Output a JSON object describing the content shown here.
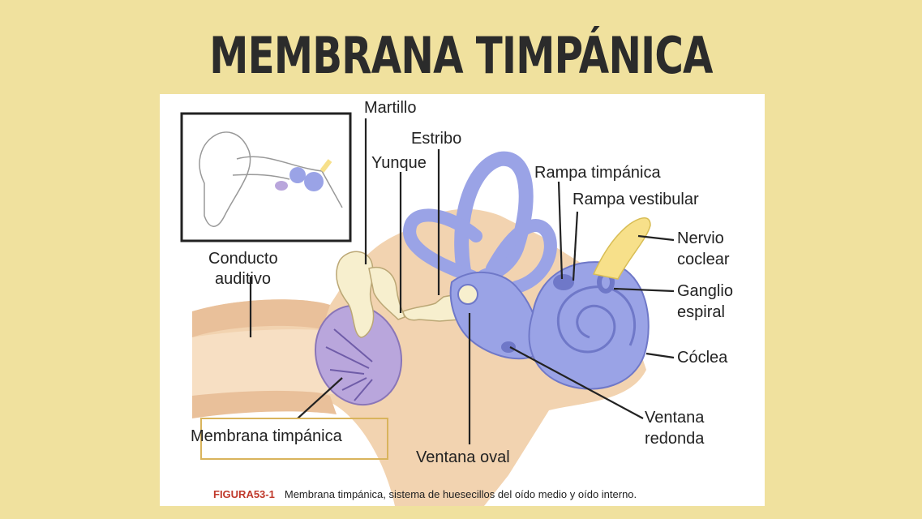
{
  "slide": {
    "title": "MEMBRANA TIMPÁNICA"
  },
  "figure": {
    "labels": {
      "martillo": "Martillo",
      "estribo": "Estribo",
      "yunque": "Yunque",
      "rampa_timpanica": "Rampa timpánica",
      "rampa_vestibular": "Rampa vestibular",
      "nervio_coclear_1": "Nervio",
      "nervio_coclear_2": "coclear",
      "ganglio_espiral_1": "Ganglio",
      "ganglio_espiral_2": "espiral",
      "coclea": "Cóclea",
      "ventana_redonda_1": "Ventana",
      "ventana_redonda_2": "redonda",
      "ventana_oval": "Ventana oval",
      "conducto_auditivo_1": "Conducto",
      "conducto_auditivo_2": "auditivo",
      "membrana_timpanica": "Membrana timpánica"
    },
    "caption": {
      "figure_number": "FIGURA53-1",
      "text": "Membrana timpánica, sistema de huesecillos del oído medio y oído interno."
    },
    "colors": {
      "skin": "#f2d3b0",
      "bone": "#f7efce",
      "inner_ear": "#9aa3e6",
      "nerve": "#f7e08a",
      "membrane": "#b9a6dc",
      "highlight": "#d9b45c",
      "caption_red": "#c0392b"
    }
  }
}
